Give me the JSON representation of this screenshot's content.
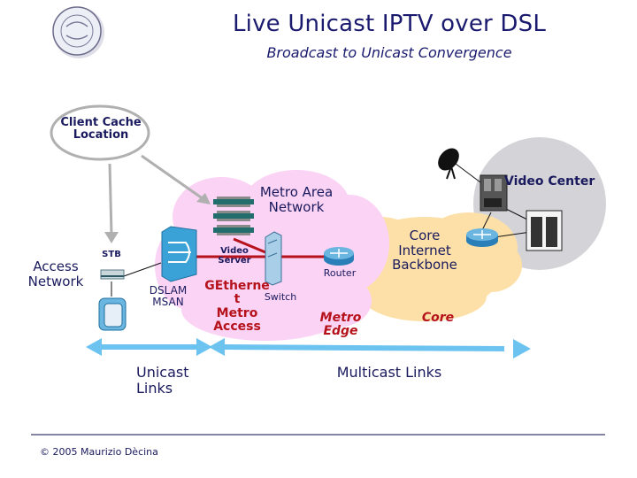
{
  "header": {
    "title": "Live Unicast IPTV over DSL",
    "subtitle": "Broadcast to Unicast Convergence",
    "logo_icon": "university-seal-icon"
  },
  "callout": {
    "label": "Client Cache\nLocation"
  },
  "regions": {
    "access": "Access\nNetwork",
    "metro": "Metro Area\nNetwork",
    "core": "Core\nInternet\nBackbone",
    "video_center": "Video Center"
  },
  "devices": {
    "stb": "STB",
    "dslam": "DSLAM\nMSAN",
    "video_server": "Video\nServer",
    "switch": "Switch",
    "router": "Router"
  },
  "segments": {
    "metro_access": "GEtherne\nt\nMetro\nAccess",
    "metro_edge": "Metro\nEdge",
    "core": "Core"
  },
  "links": {
    "unicast": "Unicast\nLinks",
    "multicast": "Multicast Links"
  },
  "footer": {
    "copyright": "© 2005 Maurizio Dècina"
  },
  "colors": {
    "title": "#1a1a6e",
    "segment_red": "#b5121b",
    "metro_cloud": "#fbd3f4",
    "core_cloud": "#fde0a8",
    "video_center_bg": "#d4d4d8",
    "arrow_blue": "#6cc3f0",
    "link_red": "#b5121b",
    "callout_gray": "#b0b0b0"
  }
}
